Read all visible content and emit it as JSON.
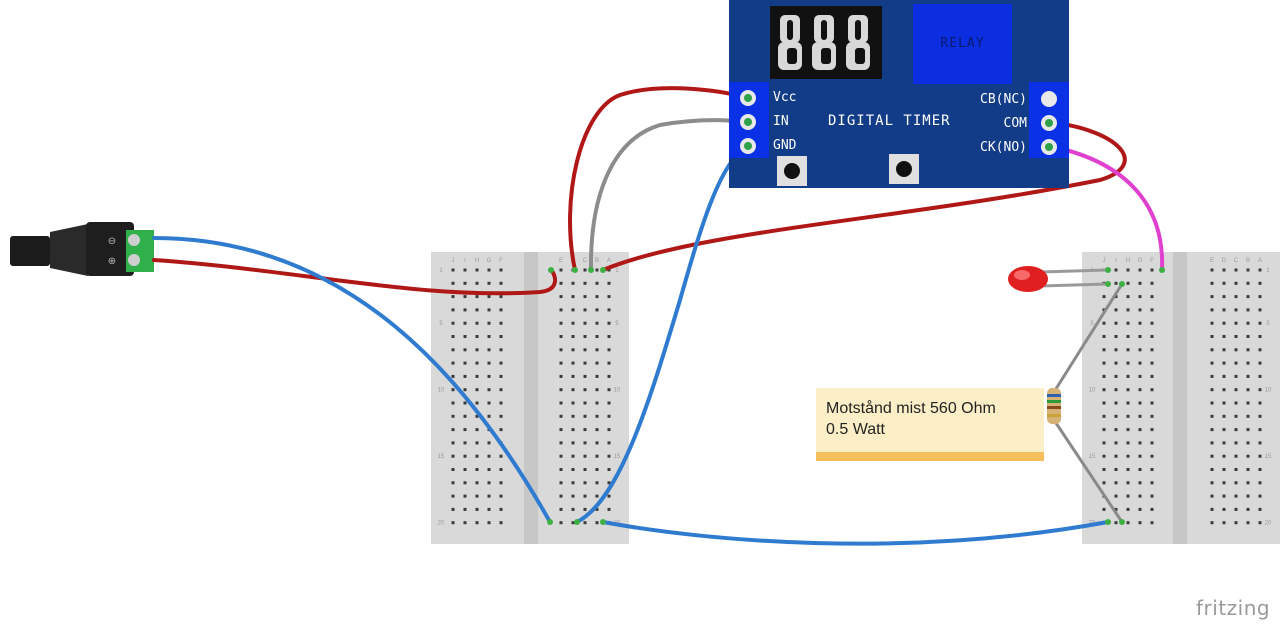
{
  "module": {
    "pins_left": [
      "Vcc",
      "IN",
      "GND"
    ],
    "title": "DIGITAL TIMER",
    "pins_right": [
      "CB(NC)",
      "COM",
      "CK(NO)"
    ],
    "relay_label": "RELAY"
  },
  "note": {
    "line1": "Motstånd mist 560 Ohm",
    "line2": "0.5 Watt"
  },
  "breadboard_left": {
    "col_letters_left": [
      "J",
      "I",
      "H",
      "G",
      "F"
    ],
    "col_letters_right": [
      "E",
      "D",
      "C",
      "B",
      "A"
    ],
    "row_numbers": [
      "1",
      "5",
      "10",
      "15",
      "20"
    ]
  },
  "breadboard_right": {
    "col_letters_left": [
      "J",
      "I",
      "H",
      "G",
      "F"
    ],
    "col_letters_right": [
      "E",
      "D",
      "C",
      "B",
      "A"
    ],
    "row_numbers": [
      "1",
      "5",
      "10",
      "15",
      "20"
    ]
  },
  "wire_colors": {
    "red": "#b01818",
    "blue": "#2f7bd0",
    "gray": "#8c8c8c",
    "magenta": "#e040d0",
    "led_red": "#e02020",
    "connector_green": "#2fb04a"
  },
  "watermark": "fritzing"
}
